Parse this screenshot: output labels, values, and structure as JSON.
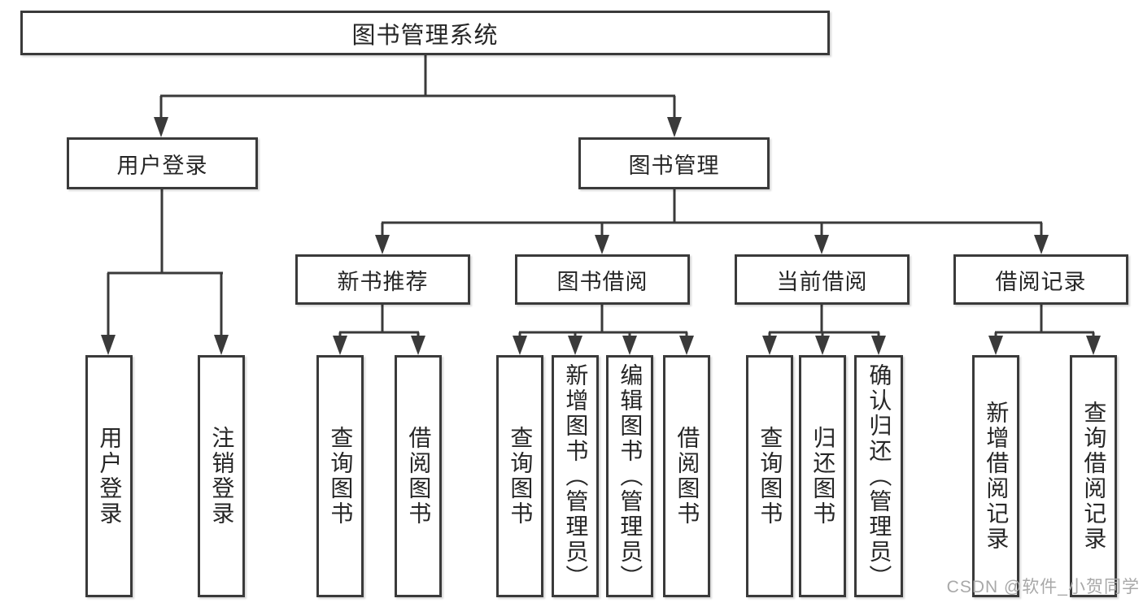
{
  "diagram": {
    "title": "图书管理系统",
    "level2": {
      "user_login": "用户登录",
      "book_mgmt": "图书管理"
    },
    "level3": {
      "new_books": "新书推荐",
      "borrowing": "图书借阅",
      "current": "当前借阅",
      "records": "借阅记录"
    },
    "leaves": {
      "user_login": "用户登录",
      "logout": "注销登录",
      "nb_query": "查询图书",
      "nb_borrow": "借阅图书",
      "bb_query": "查询图书",
      "bb_add": "新增图书（管理员）",
      "bb_edit": "编辑图书（管理员）",
      "bb_borrow": "借阅图书",
      "cb_query": "查询图书",
      "cb_return": "归还图书",
      "cb_confirm": "确认归还（管理员）",
      "rec_add": "新增借阅记录",
      "rec_query": "查询借阅记录"
    }
  },
  "watermark": "CSDN @软件_小贺同学",
  "colors": {
    "line": "#3a3a3a",
    "text": "#262626",
    "watermark": "#a8a8a8",
    "background": "#ffffff"
  }
}
